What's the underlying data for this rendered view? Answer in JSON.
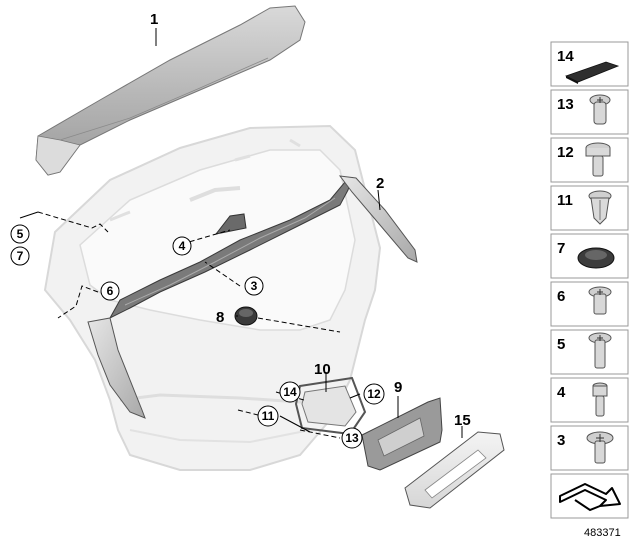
{
  "diagram_id": "483371",
  "callouts": {
    "c1": "1",
    "c2": "2",
    "c3": "3",
    "c4": "4",
    "c5": "5",
    "c6": "6",
    "c7": "7",
    "c8": "8",
    "c9": "9",
    "c10": "10",
    "c11": "11",
    "c12": "12",
    "c13": "13",
    "c14": "14",
    "c15": "15"
  },
  "side_panel": [
    {
      "number": "14",
      "icon": "foam-pad-icon"
    },
    {
      "number": "13",
      "icon": "torx-screw-icon"
    },
    {
      "number": "12",
      "icon": "hex-collar-screw-icon"
    },
    {
      "number": "11",
      "icon": "expanding-nut-icon"
    },
    {
      "number": "7",
      "icon": "grommet-icon"
    },
    {
      "number": "6",
      "icon": "torx-screw-short-icon"
    },
    {
      "number": "5",
      "icon": "torx-screw-long-icon"
    },
    {
      "number": "4",
      "icon": "cylinder-screw-icon"
    },
    {
      "number": "3",
      "icon": "flat-head-screw-icon"
    },
    {
      "number": "",
      "icon": "arrow-symbol-icon"
    }
  ]
}
